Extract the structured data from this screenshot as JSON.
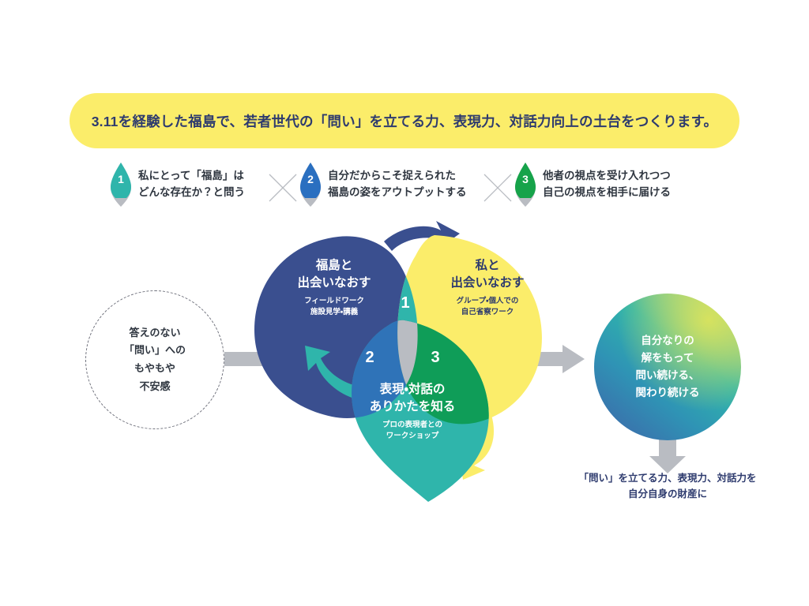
{
  "banner": {
    "text": "3.11を経験した福島で、若者世代の「問い」を立てる力、表現力、対話力向上の土台をつくります。",
    "bg_color": "#fbed6a",
    "text_color": "#2e3b6e"
  },
  "steps": [
    {
      "number": "1",
      "color": "#2fb5ab",
      "line1": "私にとって「福島」は",
      "line2": "どんな存在か？と問う"
    },
    {
      "number": "2",
      "color": "#2a6fc0",
      "line1": "自分だからこそ捉えられた",
      "line2": "福島の姿をアウトプットする"
    },
    {
      "number": "3",
      "color": "#16a34a",
      "line1": "他者の視点を受け入れつつ",
      "line2": "自己の視点を相手に届ける"
    }
  ],
  "separators": [
    "×",
    "×"
  ],
  "start_circle": {
    "lines": [
      "答えのない",
      "「問い」への",
      "もやもや",
      "不安感"
    ],
    "border_style": "dashed",
    "border_color": "#6d6f7a"
  },
  "venn": {
    "blue": {
      "title_line1": "福島と",
      "title_line2": "出会いなおす",
      "sub_line1": "フィールドワーク",
      "sub_line2": "施設見学・講義",
      "color": "#3a4f8f"
    },
    "yellow": {
      "title_line1": "私と",
      "title_line2": "出会いなおす",
      "sub_line1": "グループ・個人での",
      "sub_line2": "自己省察ワーク",
      "color": "#fbed6a"
    },
    "teal": {
      "title_line1": "表現・対話の",
      "title_line2": "ありかたを知る",
      "sub_line1": "プロの表現者との",
      "sub_line2": "ワークショップ",
      "color": "#2fb5ab"
    },
    "overlap_numbers": [
      "1",
      "2",
      "3"
    ],
    "overlap_colors": {
      "blue_yellow": "#2fb5ab",
      "blue_teal": "#2f73b8",
      "yellow_teal": "#0f9d58",
      "center": "#b9bcc2"
    }
  },
  "result_circle": {
    "lines": [
      "自分なりの",
      "解をもって",
      "問い続ける、",
      "関わり続ける"
    ],
    "gradient_from": "#3f62a8",
    "gradient_to": "#d8e15c"
  },
  "bottom_caption": {
    "line1": "「問い」を立てる力、表現力、対話力を",
    "line2": "自分自身の財産に",
    "color": "#2e3b6e"
  },
  "connector_color": "#b9bcc2"
}
